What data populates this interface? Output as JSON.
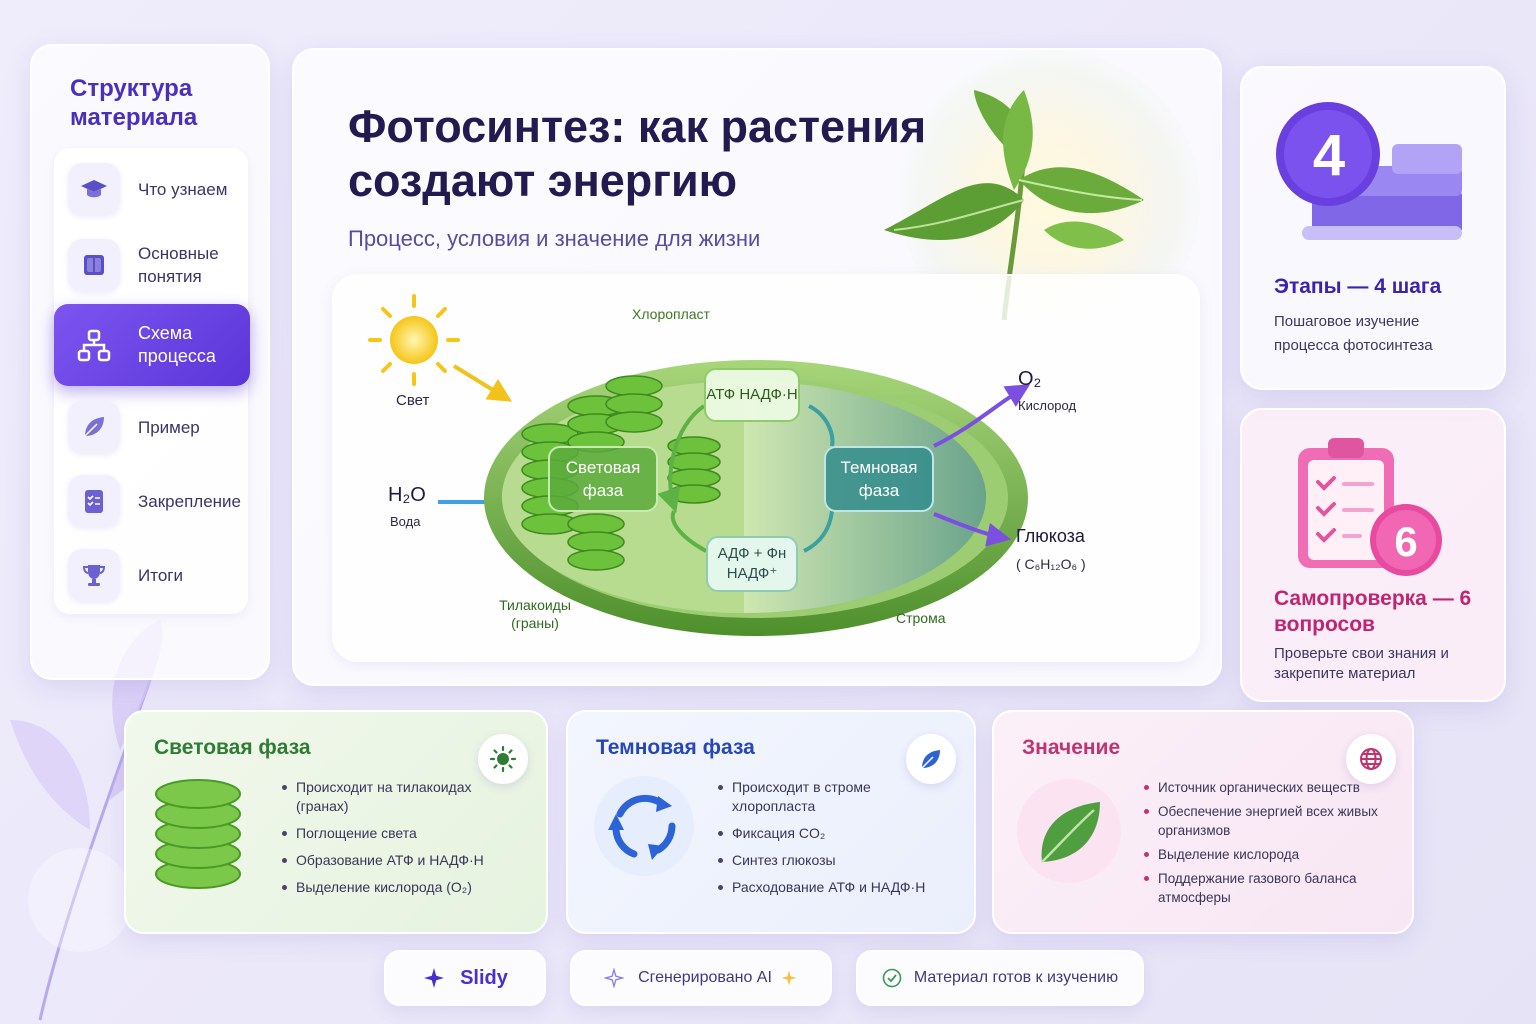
{
  "sidebar": {
    "title": "Структура материала",
    "items": [
      {
        "label": "Что узнаем",
        "icon": "graduation-cap-icon"
      },
      {
        "label": "Основные понятия",
        "icon": "book-icon"
      },
      {
        "label": "Схема процесса",
        "icon": "flowchart-icon",
        "active": true
      },
      {
        "label": "Пример",
        "icon": "leaf-icon"
      },
      {
        "label": "Закрепление",
        "icon": "checklist-icon"
      },
      {
        "label": "Итоги",
        "icon": "trophy-icon"
      }
    ]
  },
  "hero": {
    "title": "Фотосинтез: как растения создают энергию",
    "subtitle": "Процесс, условия и значение для жизни"
  },
  "diagram": {
    "chloroplast": "Хлоропласт",
    "light": "Свет",
    "water_formula": "H₂O",
    "water": "Вода",
    "light_phase": "Световая фаза",
    "dark_phase": "Темновая фаза",
    "atp_box": "АТФ НАДФ·Н",
    "adp_box": "АДФ + Фн НАДФ⁺",
    "oxygen_formula": "O₂",
    "oxygen": "Кислород",
    "glucose": "Глюкоза",
    "glucose_formula": "( C₆H₁₂O₆ )",
    "thylakoids": "Тилакоиды (граны)",
    "stroma": "Строма"
  },
  "stages": {
    "number": "4",
    "title": "Этапы — 4 шага",
    "text": "Пошаговое изучение процесса фотосинтеза"
  },
  "quiz": {
    "number": "6",
    "title": "Самопроверка — 6 вопросов",
    "text": "Проверьте свои знания и закрепите материал"
  },
  "light_card": {
    "title": "Световая фаза",
    "items": [
      "Происходит на тилакоидах (гранах)",
      "Поглощение света",
      "Образование АТФ и НАДФ·Н",
      "Выделение кислорода (O₂)"
    ]
  },
  "dark_card": {
    "title": "Темновая фаза",
    "items": [
      "Происходит в строме хлоропласта",
      "Фиксация CO₂",
      "Синтез глюкозы",
      "Расходование АТФ и НАДФ·Н"
    ]
  },
  "value_card": {
    "title": "Значение",
    "items": [
      "Источник органических веществ",
      "Обеспечение энергией всех живых организмов",
      "Выделение кислорода",
      "Поддержание газового баланса атмосферы"
    ]
  },
  "footer": {
    "brand": "Slidy",
    "generated": "Сгенерировано AI",
    "ready": "Материал готов к изучению"
  },
  "colors": {
    "accent": "#5b35d8",
    "green": "#2f7d32",
    "blue": "#2747b8",
    "pink": "#c0336f"
  }
}
